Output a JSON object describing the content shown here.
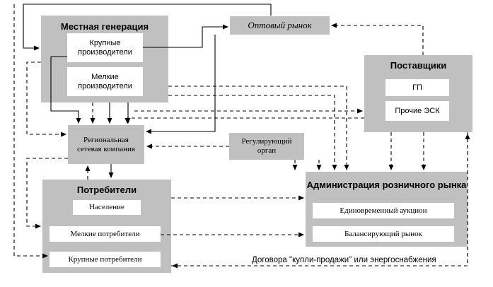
{
  "wholesale_market": "Оптовый рынок",
  "local_generation": {
    "title": "Местная генерация",
    "large": "Крупные производители",
    "small": "Мелкие производители"
  },
  "suppliers": {
    "title": "Поставщики",
    "gp": "ГП",
    "other": "Прочие ЭСК"
  },
  "grid_company": "Региональная сетевая компания",
  "regulator": "Регулирующий орган",
  "consumers": {
    "title": "Потребители",
    "population": "Население",
    "small": "Мелкие потребители",
    "large": "Крупные потребители"
  },
  "retail_admin": {
    "title": "Администрация розничного рынка",
    "auction": "Единовременный аукцион",
    "balancing": "Балансирующий рынок"
  },
  "caption": "Договора \"купли-продажи\" или энергоснабжения",
  "colors": {
    "box_grey": "#c0c0c0",
    "box_white": "#ffffff",
    "line": "#000000"
  }
}
